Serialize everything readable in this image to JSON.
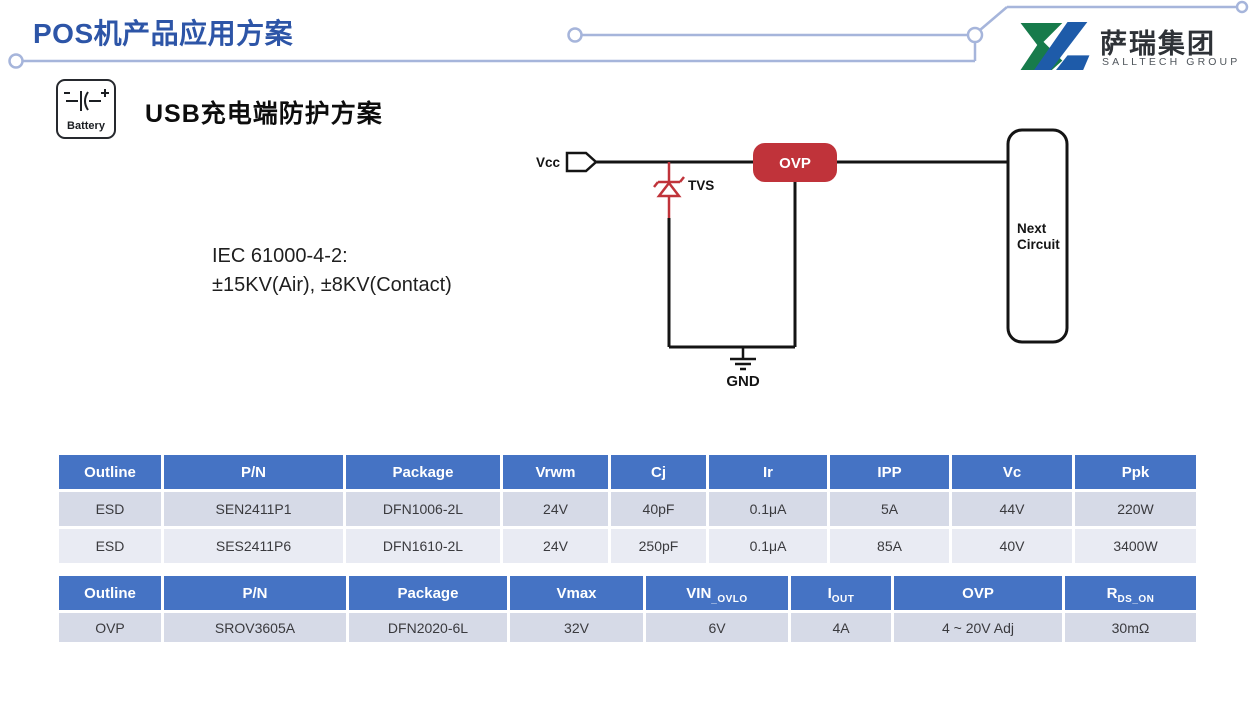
{
  "slide": {
    "title": "POS机产品应用方案",
    "logo": {
      "cn": "萨瑞集团",
      "en": "SALLTECH GROUP"
    }
  },
  "section": {
    "battery_label": "Battery",
    "heading": "USB充电端防护方案",
    "iec_line1": "IEC 61000-4-2:",
    "iec_line2": "±15KV(Air), ±8KV(Contact)"
  },
  "circuit": {
    "vcc_label": "Vcc",
    "tvs_label": "TVS",
    "ovp_label": "OVP",
    "gnd_label": "GND",
    "next_circuit_line1": "Next",
    "next_circuit_line2": "Circuit"
  },
  "esd_table": {
    "headers": [
      "Outline",
      "P/N",
      "Package",
      "Vrwm",
      "Cj",
      "Ir",
      "IPP",
      "Vc",
      "Ppk"
    ],
    "rows": [
      [
        "ESD",
        "SEN2411P1",
        "DFN1006-2L",
        "24V",
        "40pF",
        "0.1μA",
        "5A",
        "44V",
        "220W"
      ],
      [
        "ESD",
        "SES2411P6",
        "DFN1610-2L",
        "24V",
        "250pF",
        "0.1μA",
        "85A",
        "40V",
        "3400W"
      ]
    ]
  },
  "ovp_table": {
    "headers": [
      {
        "main": "Outline",
        "sub": ""
      },
      {
        "main": "P/N",
        "sub": ""
      },
      {
        "main": "Package",
        "sub": ""
      },
      {
        "main": "Vmax",
        "sub": ""
      },
      {
        "main": "VIN",
        "sub": "_OVLO"
      },
      {
        "main": "I",
        "sub": "OUT"
      },
      {
        "main": "OVP",
        "sub": ""
      },
      {
        "main": "R",
        "sub": "DS_ON"
      }
    ],
    "rows": [
      [
        "OVP",
        "SROV3605A",
        "DFN2020-6L",
        "32V",
        "6V",
        "4A",
        "4 ~ 20V Adj",
        "30mΩ"
      ]
    ]
  },
  "colors": {
    "title_blue": "#2D55A7",
    "decor_line": "#A6B5DB",
    "table_header_blue": "#4573C4",
    "row_shade_dark": "#D6DAE7",
    "row_shade_light": "#E9EBF3",
    "circuit_red": "#C0333A",
    "logo_green": "#177B4B",
    "logo_blue": "#1E5BA9"
  }
}
